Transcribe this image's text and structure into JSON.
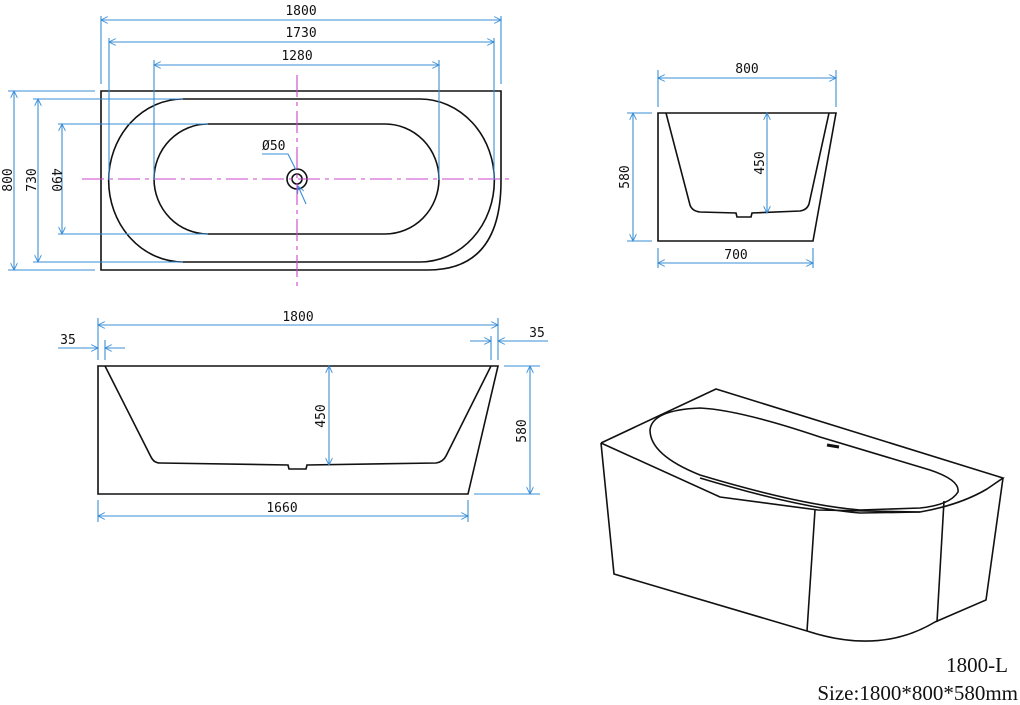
{
  "colors": {
    "outline": "#111111",
    "dimension": "#3a8fd6",
    "centerline": "#cc44cc"
  },
  "top_view": {
    "overall_length": "1800",
    "rim_inner_length": "1730",
    "basin_length": "1280",
    "overall_width": "800",
    "rim_inner_width": "730",
    "basin_width": "490",
    "drain_diameter": "Ø50"
  },
  "end_view": {
    "top_width": "800",
    "bottom_width": "700",
    "overall_height": "580",
    "basin_depth": "450"
  },
  "side_view": {
    "top_length": "1800",
    "bottom_length": "1660",
    "left_rim": "35",
    "right_rim": "35",
    "overall_height": "580",
    "basin_depth": "450"
  },
  "title_block": {
    "model": "1800-L",
    "size": "Size:1800*800*580mm"
  }
}
